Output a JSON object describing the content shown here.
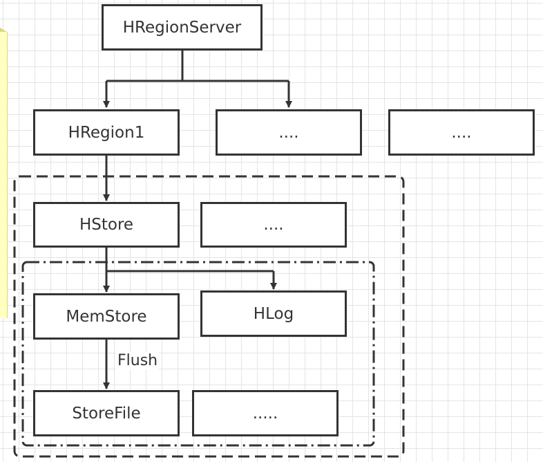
{
  "nodes": {
    "hregionserver": "HRegionServer",
    "hregion1": "HRegion1",
    "region_more_1": "....",
    "region_more_2": "....",
    "hstore": "HStore",
    "store_more": "....",
    "memstore": "MemStore",
    "hlog": "HLog",
    "storefile": "StoreFile",
    "storefile_more": "....."
  },
  "edges": {
    "flush_label": "Flush"
  },
  "colors": {
    "stroke": "#333333",
    "grid": "#e4e4e4",
    "note": "#ffffc0"
  }
}
